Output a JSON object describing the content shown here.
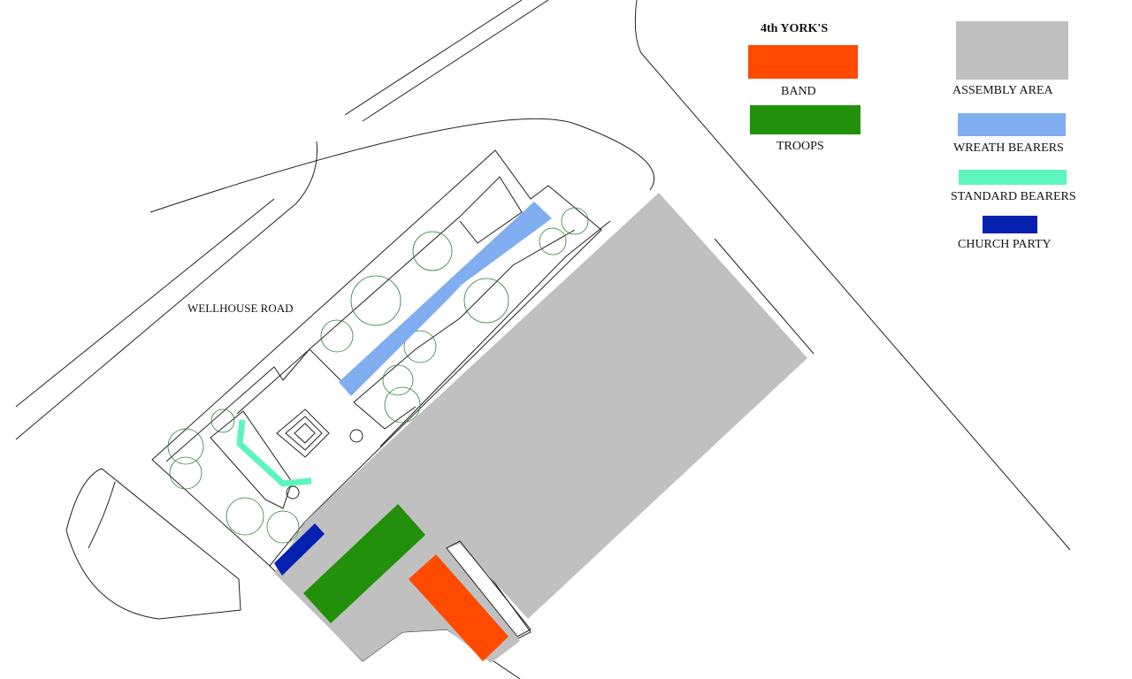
{
  "road_label": "WELLHOUSE ROAD",
  "legend": {
    "group_title": "4th YORK'S",
    "items": [
      {
        "id": "band",
        "label": "BAND",
        "color": "#FF4A00"
      },
      {
        "id": "troops",
        "label": "TROOPS",
        "color": "#22900A"
      },
      {
        "id": "assembly",
        "label": "ASSEMBLY AREA",
        "color": "#C0C0C0"
      },
      {
        "id": "wreath",
        "label": "WREATH BEARERS",
        "color": "#80AEF0"
      },
      {
        "id": "standard",
        "label": "STANDARD BEARERS",
        "color": "#5CF5BE"
      },
      {
        "id": "church",
        "label": "CHURCH PARTY",
        "color": "#0620B0"
      }
    ]
  }
}
